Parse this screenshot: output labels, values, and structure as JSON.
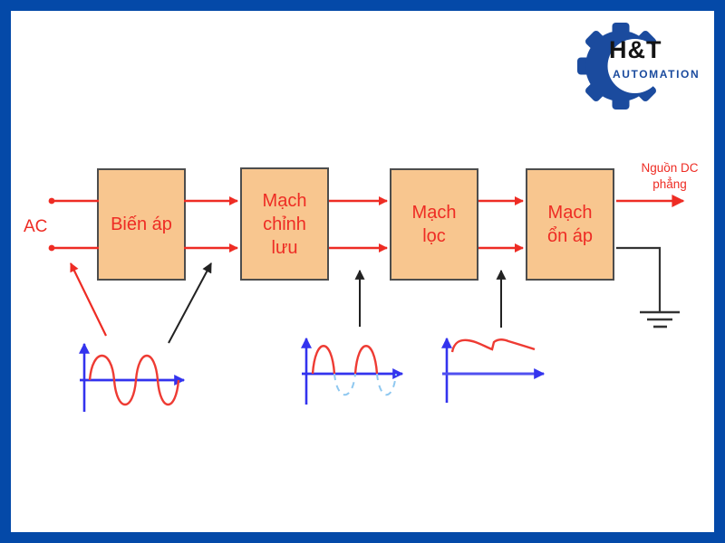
{
  "frame": {
    "border_color": "#0449A8",
    "background": "#FFFFFF"
  },
  "logo": {
    "name": "H&T",
    "tagline": "AUTOMATION",
    "gear_icon": "gear-icon",
    "gear_color": "#1B4B9E",
    "name_color": "#141414",
    "tagline_color": "#1B4B9E"
  },
  "diagram": {
    "ac_label": "AC",
    "dc_label": "Nguồn DC phẳng",
    "blocks": [
      {
        "label": "Biến áp"
      },
      {
        "label": "Mạch chỉnh lưu"
      },
      {
        "label": "Mạch lọc"
      },
      {
        "label": "Mạch ổn áp"
      }
    ],
    "icons": {
      "ground": "ground-symbol",
      "waveform_1": "ac-sine-wave",
      "waveform_2": "full-wave-rectified-wave",
      "waveform_3": "smoothed-dc-ripple-wave"
    },
    "colors": {
      "block_fill": "#F8C68F",
      "block_border": "#4D4D4D",
      "signal_red": "#EE2C24",
      "axis_blue": "#3333EE",
      "dashed_light_blue": "#8FC8F0",
      "wire_black": "#333333"
    }
  }
}
